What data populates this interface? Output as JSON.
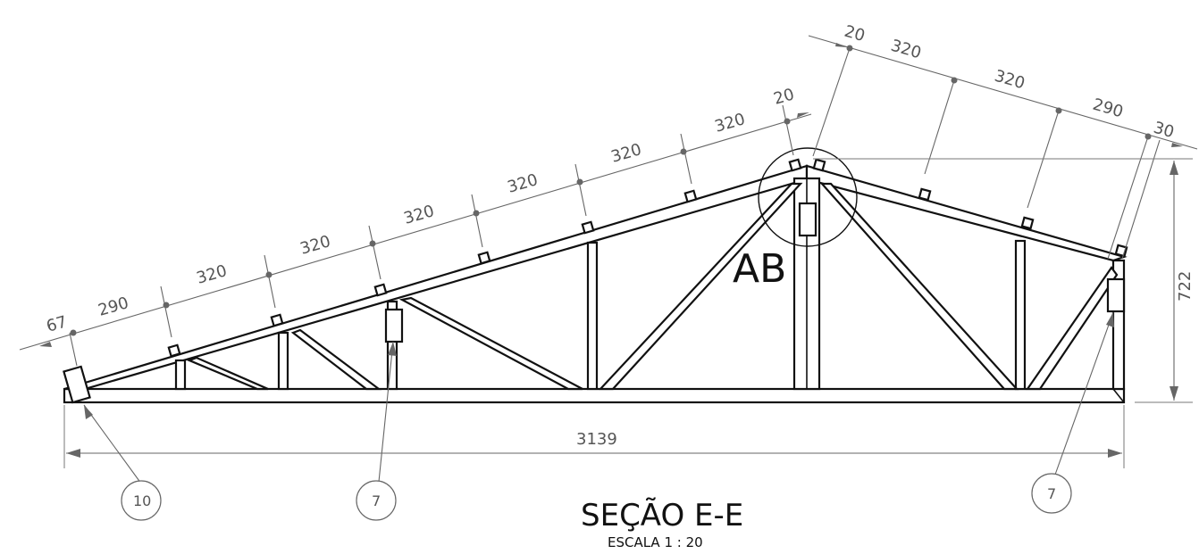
{
  "drawing": {
    "title": "SEÇÃO E-E",
    "scale": "ESCALA 1 : 20",
    "detail_label": "AB"
  },
  "dimensions": {
    "left_rafter": [
      "67",
      "290",
      "320",
      "320",
      "320",
      "320",
      "320",
      "320",
      "20"
    ],
    "right_rafter": [
      "20",
      "320",
      "320",
      "290",
      "30"
    ],
    "span": "3139",
    "height": "722"
  },
  "callouts": {
    "left_end": "10",
    "middle": "7",
    "right": "7"
  }
}
